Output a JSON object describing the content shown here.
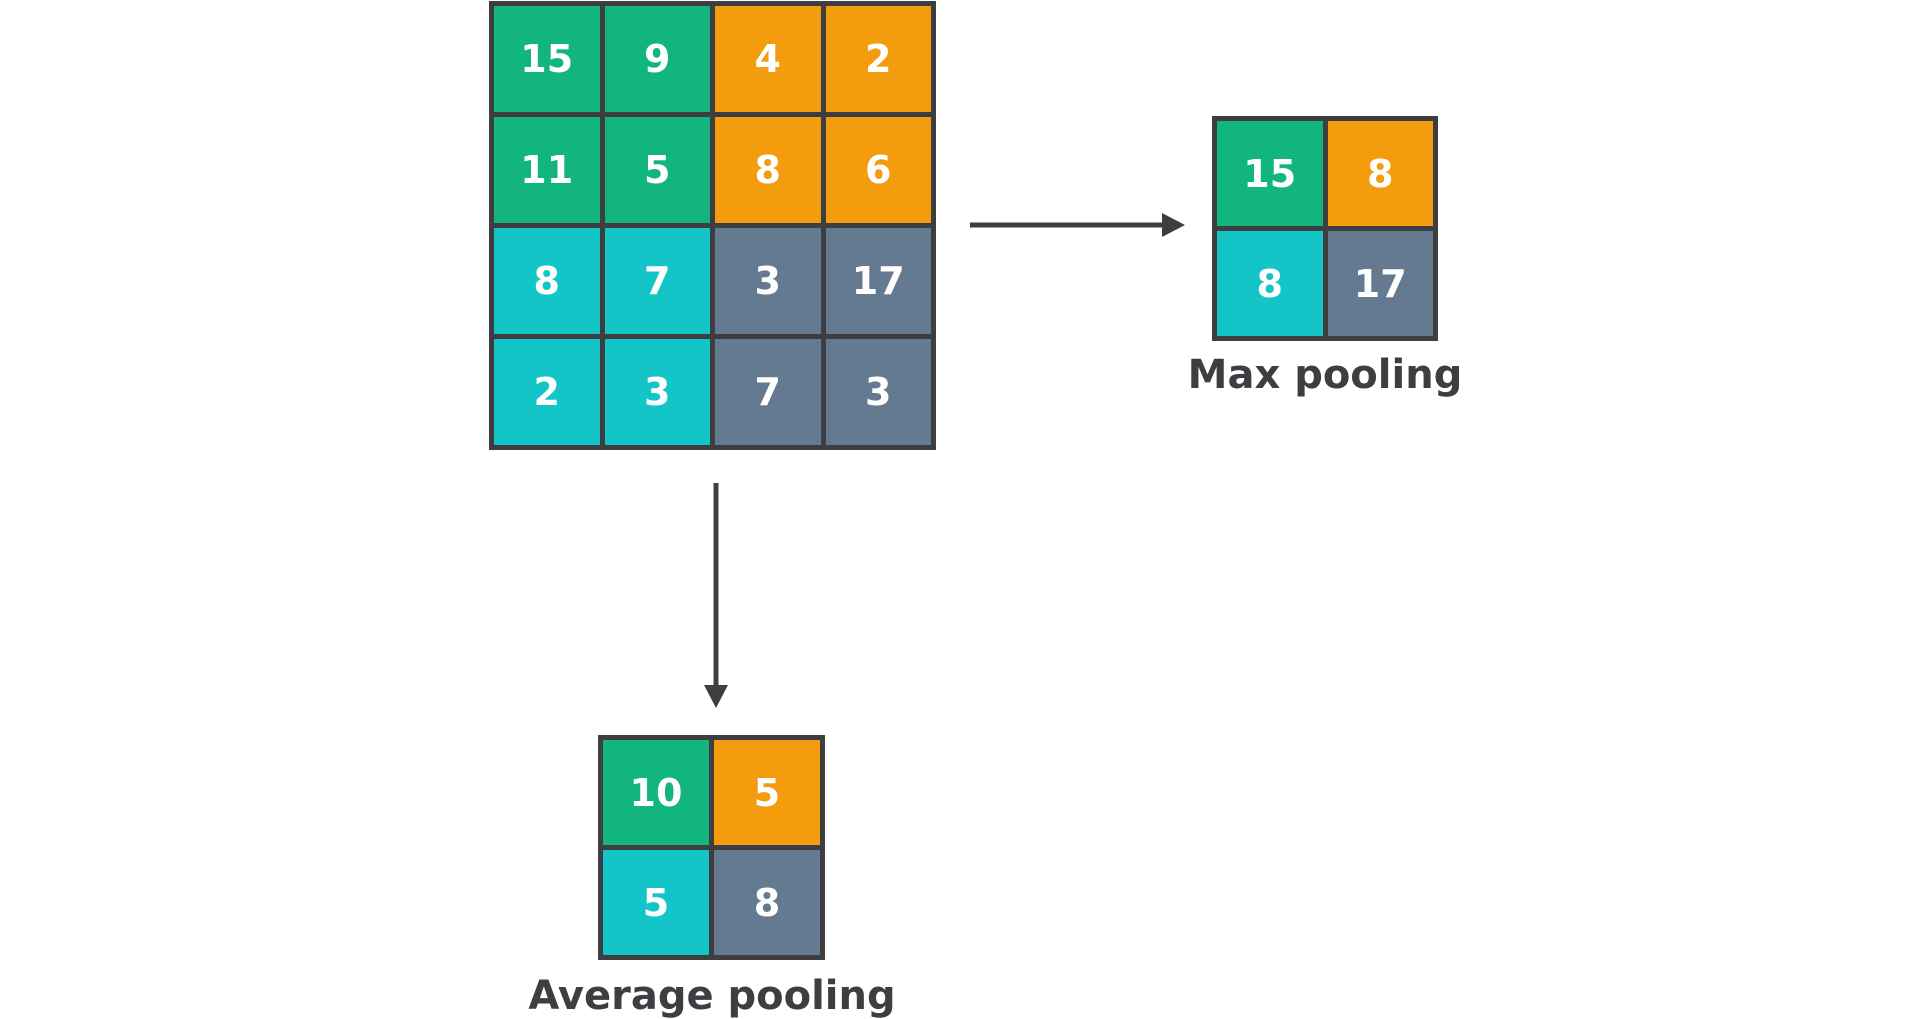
{
  "colors": {
    "green": "#13b57f",
    "orange": "#f39c0d",
    "cyan": "#14c5c7",
    "slate": "#637a90",
    "border": "#3d3d42"
  },
  "input": {
    "rows": [
      [
        {
          "v": "15",
          "c": "green"
        },
        {
          "v": "9",
          "c": "green"
        },
        {
          "v": "4",
          "c": "orange"
        },
        {
          "v": "2",
          "c": "orange"
        }
      ],
      [
        {
          "v": "11",
          "c": "green"
        },
        {
          "v": "5",
          "c": "green"
        },
        {
          "v": "8",
          "c": "orange"
        },
        {
          "v": "6",
          "c": "orange"
        }
      ],
      [
        {
          "v": "8",
          "c": "cyan"
        },
        {
          "v": "7",
          "c": "cyan"
        },
        {
          "v": "3",
          "c": "slate"
        },
        {
          "v": "17",
          "c": "slate"
        }
      ],
      [
        {
          "v": "2",
          "c": "cyan"
        },
        {
          "v": "3",
          "c": "cyan"
        },
        {
          "v": "7",
          "c": "slate"
        },
        {
          "v": "3",
          "c": "slate"
        }
      ]
    ]
  },
  "max_pooling": {
    "label": "Max pooling",
    "rows": [
      [
        {
          "v": "15",
          "c": "green"
        },
        {
          "v": "8",
          "c": "orange"
        }
      ],
      [
        {
          "v": "8",
          "c": "cyan"
        },
        {
          "v": "17",
          "c": "slate"
        }
      ]
    ]
  },
  "average_pooling": {
    "label": "Average pooling",
    "rows": [
      [
        {
          "v": "10",
          "c": "green"
        },
        {
          "v": "5",
          "c": "orange"
        }
      ],
      [
        {
          "v": "5",
          "c": "cyan"
        },
        {
          "v": "8",
          "c": "slate"
        }
      ]
    ]
  }
}
